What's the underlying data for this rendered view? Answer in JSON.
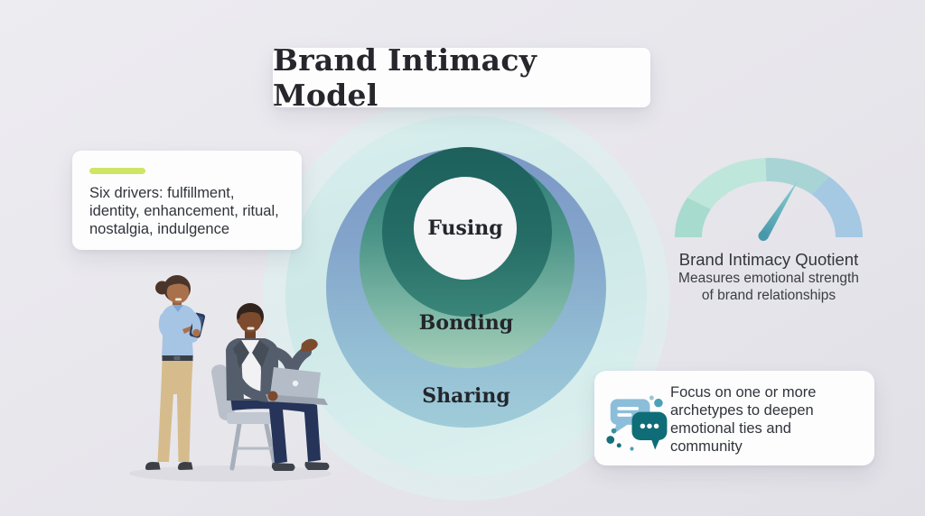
{
  "title": "Brand Intimacy Model",
  "drivers_card": {
    "lines": [
      "Six drivers: fulfillment,",
      "identity, enhancement, ritual,",
      "nostalgia, indulgence"
    ]
  },
  "rings": {
    "level_1": "Fusing",
    "level_2": "Bonding",
    "level_3": "Sharing"
  },
  "quotient": {
    "title": "Brand Intimacy Quotient",
    "subtitle_line_1": "Measures emotional strength",
    "subtitle_line_2": "of brand relationships"
  },
  "archetypes_card": {
    "lines": [
      "Focus on one or more",
      "archetypes to deepen",
      "emotional ties and",
      "community"
    ]
  },
  "colors": {
    "accent_lime": "#cfe565",
    "ring_fusing": "#1d605c",
    "ring_bonding_top": "#2c7a74",
    "ring_bonding_bottom": "#a6cfba",
    "ring_sharing_top": "#7b97c6",
    "ring_sharing_bottom": "#a0ccd9",
    "ring_backdrop": "#d2ebea",
    "fusing_core": "#f5f4f7",
    "gauge_segment_left": "#a7dbcd",
    "gauge_segment_mid_left": "#bfe6da",
    "gauge_segment_mid_right": "#a9d4d6",
    "gauge_segment_right": "#a5c8e3",
    "gauge_needle": "#57a8b4",
    "chat_bubble_light": "#8cbeda",
    "chat_bubble_dark": "#0f6d77",
    "text_primary": "#30343a",
    "card_background": "#fdfdfe"
  }
}
